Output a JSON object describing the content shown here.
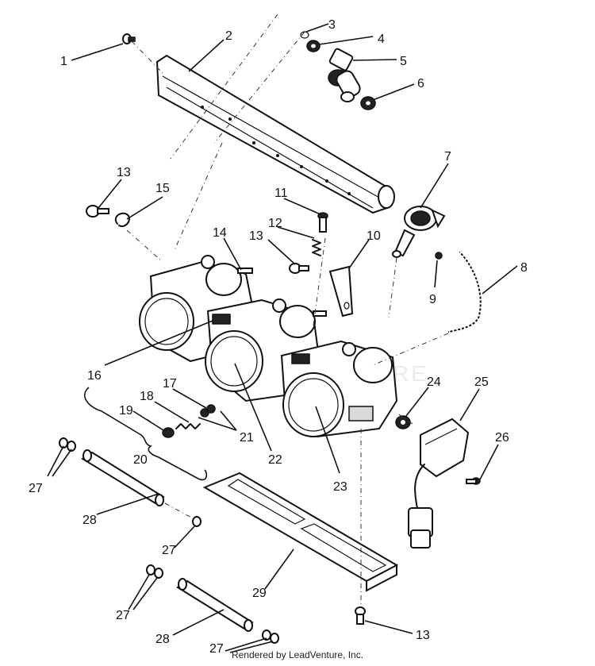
{
  "diagram": {
    "callouts": [
      "1",
      "2",
      "3",
      "4",
      "5",
      "6",
      "7",
      "8",
      "9",
      "10",
      "11",
      "12",
      "13",
      "13",
      "13",
      "14",
      "15",
      "16",
      "17",
      "18",
      "19",
      "20",
      "21",
      "22",
      "23",
      "24",
      "25",
      "26",
      "27",
      "27",
      "27",
      "27",
      "28",
      "28",
      "29"
    ],
    "watermark": "LEADVENTURE",
    "credit": "Rendered by LeadVenture, Inc."
  }
}
